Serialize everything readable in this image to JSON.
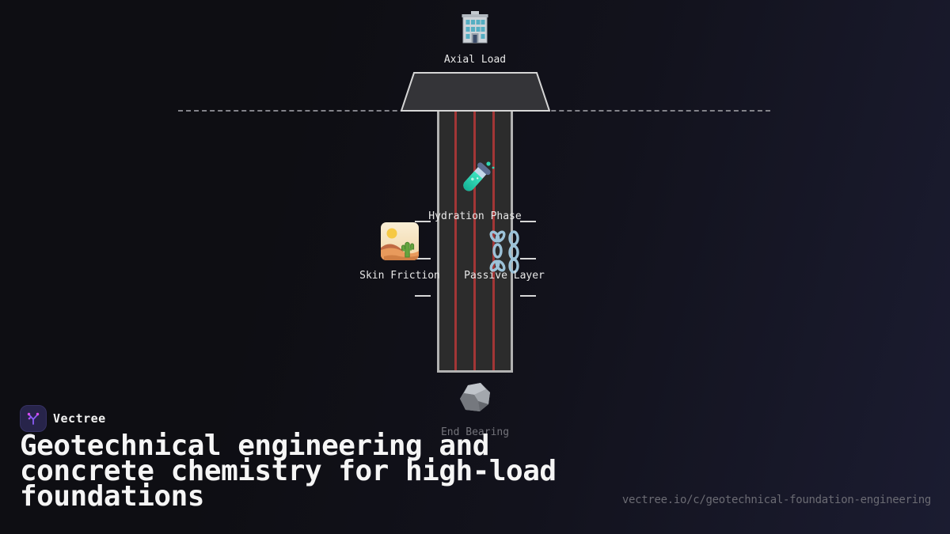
{
  "brand": {
    "name": "Vectree",
    "logo_icon": "vectree-branch-icon"
  },
  "headline": {
    "lines": [
      "Geotechnical engineering and",
      "concrete chemistry for high-load",
      "foundations"
    ]
  },
  "link": {
    "url": "vectree.io/c/geotechnical-foundation-engineering"
  },
  "diagram": {
    "axial_load": {
      "label": "Axial Load",
      "icon": "office-building-icon"
    },
    "hydration_phase": {
      "label": "Hydration Phase",
      "icon": "test-tube-icon"
    },
    "skin_friction": {
      "label": "Skin Friction",
      "icon": "desert-icon"
    },
    "passive_layer": {
      "label": "Passive Layer",
      "icon": "chains-icon"
    },
    "end_bearing": {
      "label": "End Bearing",
      "icon": "rock-icon"
    },
    "colors": {
      "rebar_line": "#a23636",
      "pile_fill": "#2c2c2c",
      "pile_border": "#b2b2b2",
      "cap_fill": "#343438",
      "ground_dash": "#83838a",
      "friction_tick": "#d8d8d8"
    }
  }
}
